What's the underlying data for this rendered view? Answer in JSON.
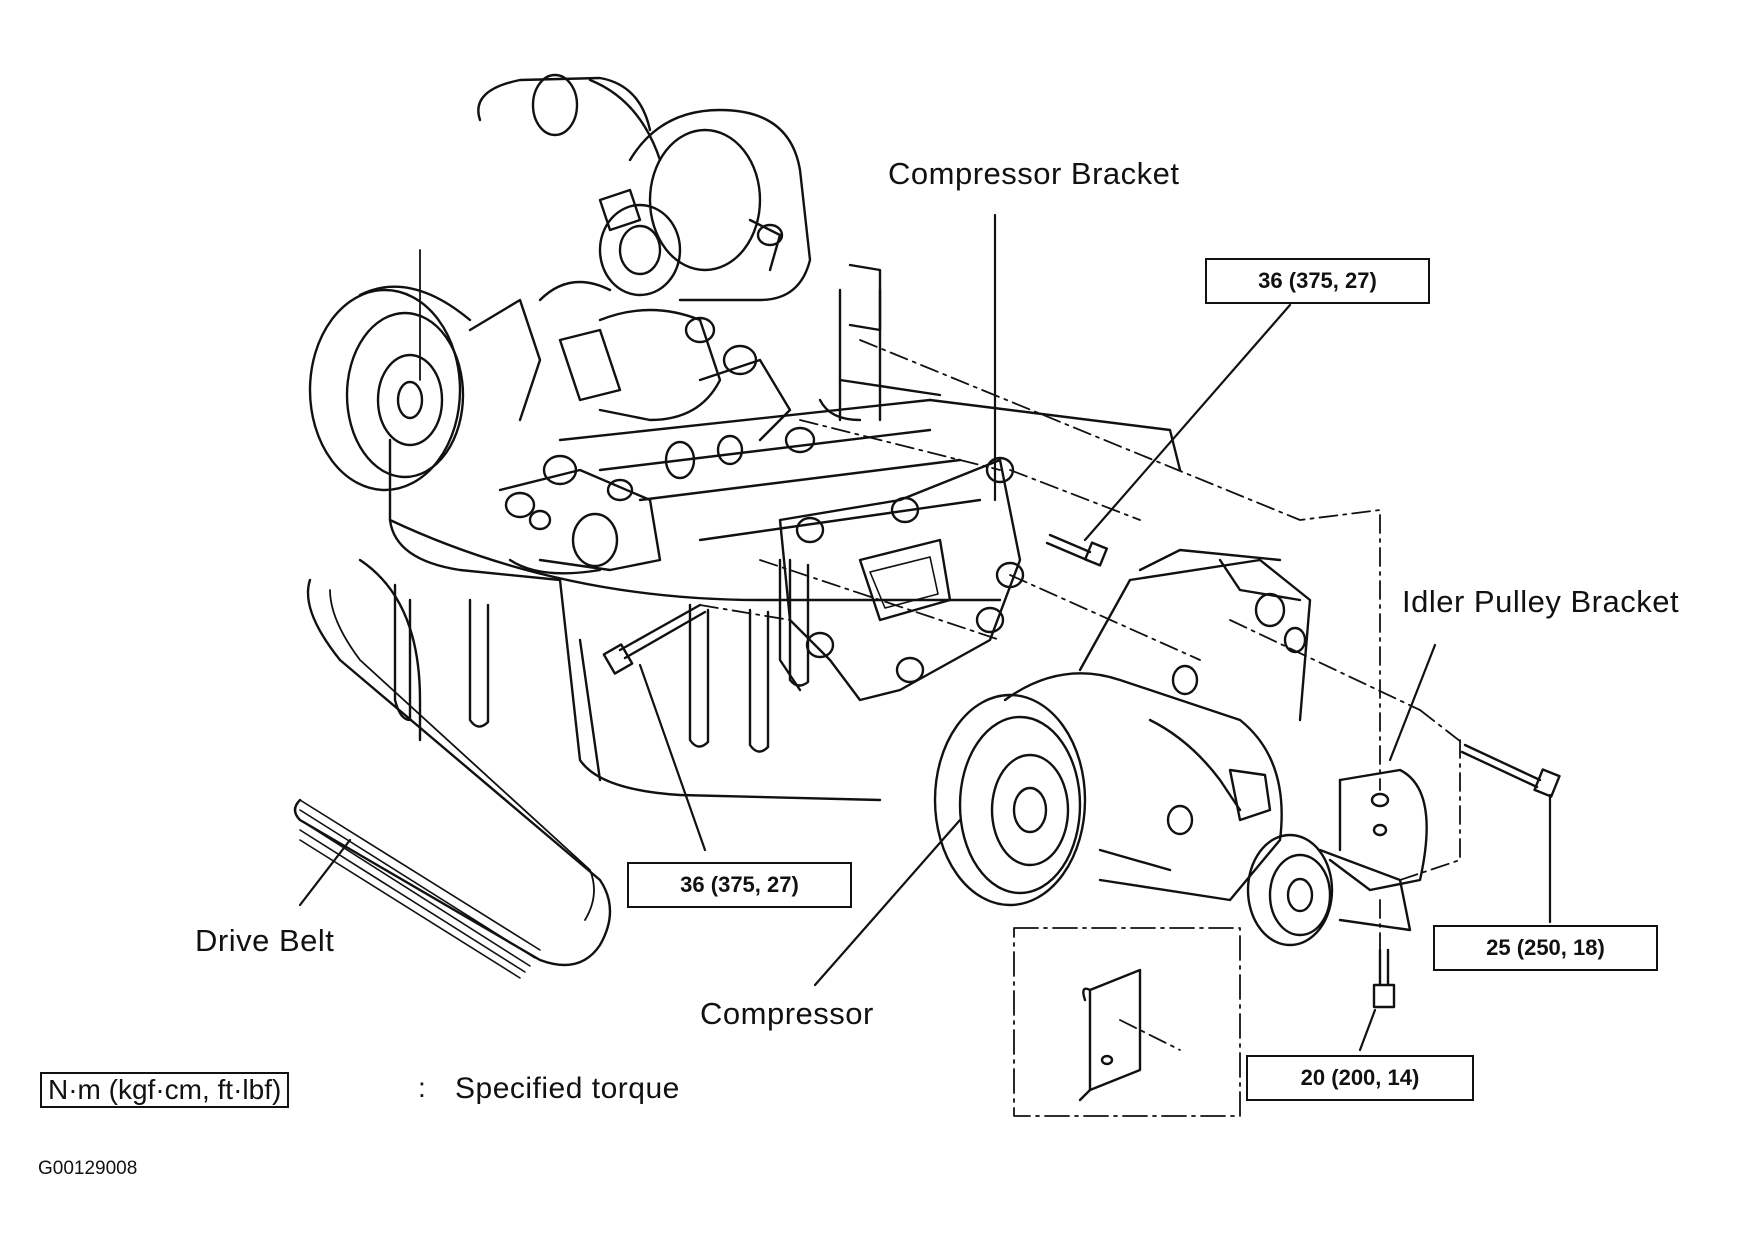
{
  "labels": {
    "compressor_bracket": "Compressor Bracket",
    "idler_pulley_bracket": "Idler Pulley Bracket",
    "drive_belt": "Drive Belt",
    "compressor": "Compressor"
  },
  "torque_specs": {
    "bracket_bolt_top": "36 (375, 27)",
    "bracket_bolt_left": "36 (375, 27)",
    "idler_bracket_bolt": "25 (250, 18)",
    "idler_pulley_bolt": "20 (200, 14)"
  },
  "legend": {
    "unit_box": "N·m (kgf·cm, ft·lbf)",
    "separator": ":",
    "description": "Specified torque"
  },
  "figure_code": "G00129008"
}
